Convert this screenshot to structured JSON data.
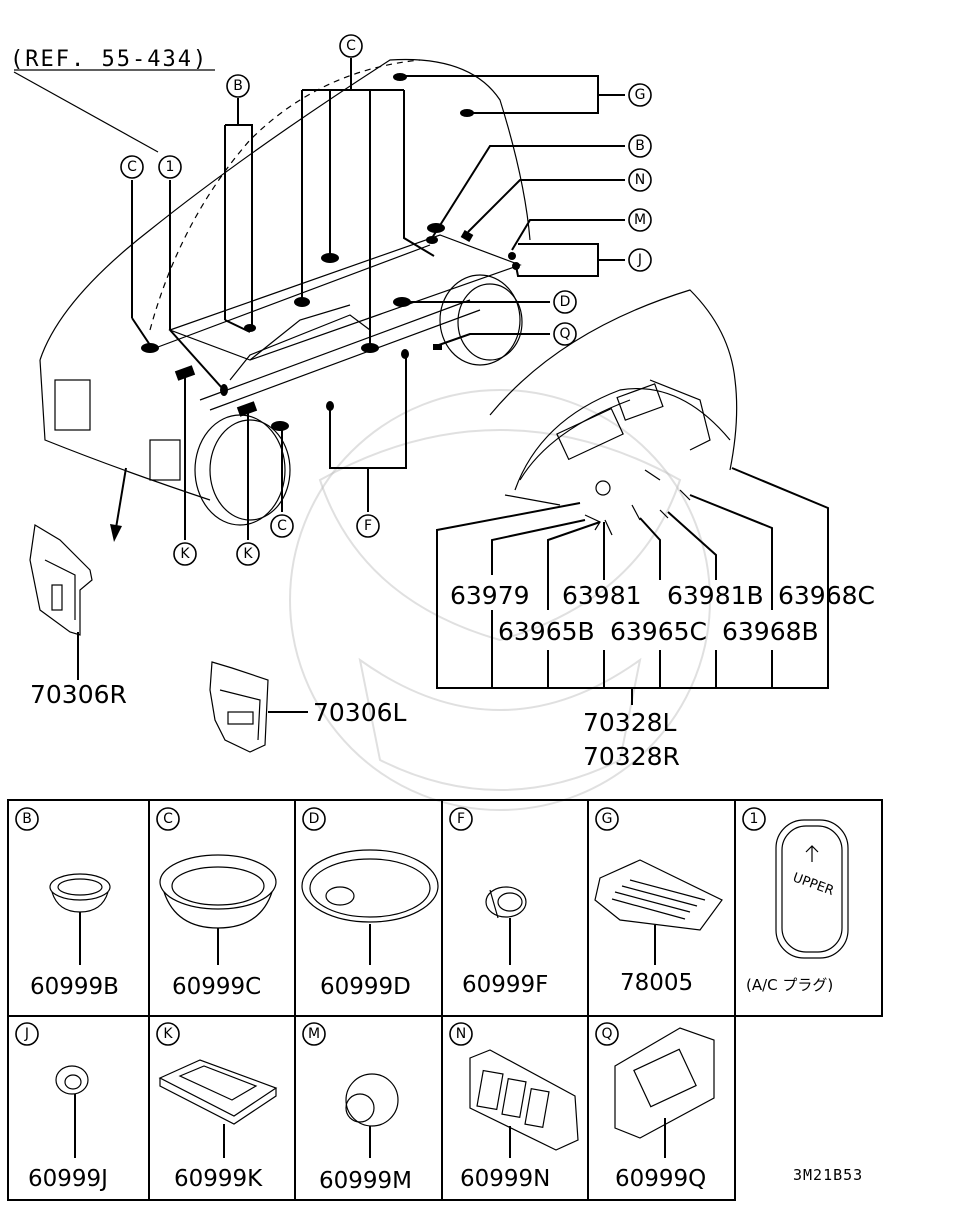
{
  "ref_label": "(REF. 55-434)",
  "callouts": {
    "B": "B",
    "C": "C",
    "D": "D",
    "F": "F",
    "G": "G",
    "J": "J",
    "K": "K",
    "M": "M",
    "N": "N",
    "Q": "Q",
    "one": "1"
  },
  "parts": {
    "p70306R": "70306R",
    "p70306L": "70306L",
    "p63979": "63979",
    "p63981": "63981",
    "p63981B": "63981B",
    "p63968C": "63968C",
    "p63965B": "63965B",
    "p63965C": "63965C",
    "p63968B": "63968B",
    "p70328L": "70328L",
    "p70328R": "70328R"
  },
  "grid": [
    {
      "tag": "B",
      "part": "60999B"
    },
    {
      "tag": "C",
      "part": "60999C"
    },
    {
      "tag": "D",
      "part": "60999D"
    },
    {
      "tag": "F",
      "part": "60999F"
    },
    {
      "tag": "G",
      "part": "78005"
    },
    {
      "tag": "1",
      "part": "(A/C プラグ)"
    },
    {
      "tag": "J",
      "part": "60999J"
    },
    {
      "tag": "K",
      "part": "60999K"
    },
    {
      "tag": "M",
      "part": "60999M"
    },
    {
      "tag": "N",
      "part": "60999N"
    },
    {
      "tag": "Q",
      "part": "60999Q"
    }
  ],
  "plug_text": "UPPER",
  "code": "3M21B53"
}
